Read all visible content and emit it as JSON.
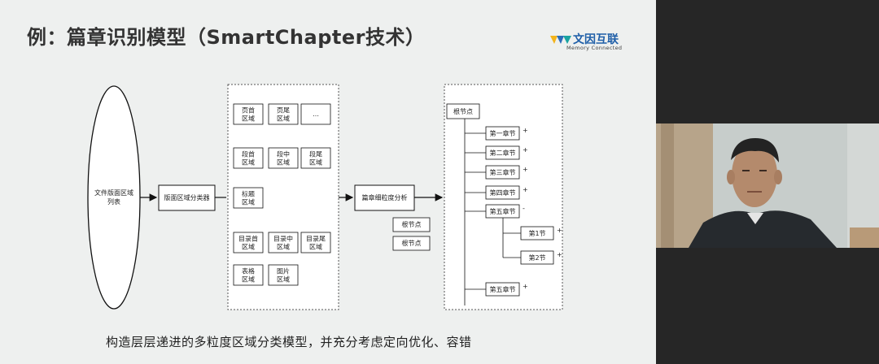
{
  "slide": {
    "title": "例：篇章识别模型（SmartChapter技术）",
    "logo": {
      "name_cn": "文因互联",
      "name_en": "Memory  Connected",
      "colors": [
        "#f3b41c",
        "#2b6cb8",
        "#1aa3a1"
      ]
    },
    "caption": "构造层层递进的多粒度区域分类模型，并充分考虑定向优化、容错"
  },
  "diagram": {
    "ellipse_label": [
      "文件版面区域",
      "列表"
    ],
    "classifier_label": "版面区域分类器",
    "regions": [
      [
        "页首",
        "区域"
      ],
      [
        "页尾",
        "区域"
      ],
      [
        "…",
        ""
      ],
      [
        "段首",
        "区域"
      ],
      [
        "段中",
        "区域"
      ],
      [
        "段尾",
        "区域"
      ],
      [
        "标题",
        "区域"
      ],
      [
        "目录首",
        "区域"
      ],
      [
        "目录中",
        "区域"
      ],
      [
        "目录尾",
        "区域"
      ],
      [
        "表格",
        "区域"
      ],
      [
        "图片",
        "区域"
      ]
    ],
    "analysis_label": "篇章细粒度分析",
    "root_nodes": [
      "根节点",
      "根节点"
    ],
    "tree": {
      "root": "根节点",
      "chapters": [
        "第一章节",
        "第二章节",
        "第三章节",
        "第四章节",
        "第五章节"
      ],
      "sections": [
        "第1节",
        "第2节"
      ],
      "last_chapter": "第五章节",
      "markers": [
        "+",
        "+",
        "+",
        "+",
        "-",
        "+",
        "+",
        "+"
      ]
    }
  },
  "video": {
    "icon": "presenter-video"
  }
}
